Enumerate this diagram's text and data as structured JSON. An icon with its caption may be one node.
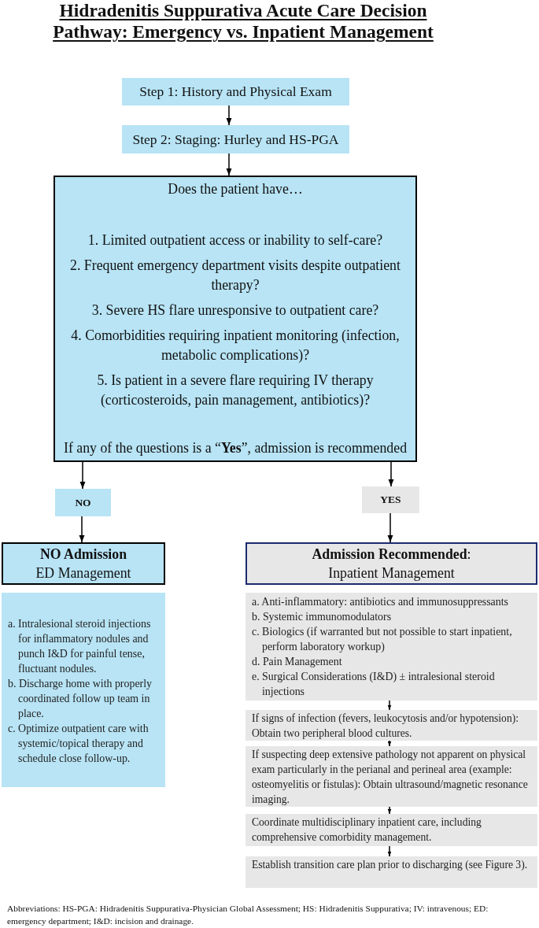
{
  "diagram": {
    "title": "Hidradenitis Suppurativa Acute Care Decision Pathway: Emergency vs. Inpatient Management",
    "nodes": [
      {
        "text": [
          "Step 1: History and Physical Exam"
        ]
      },
      {
        "text": [
          "Step 2: Staging: Hurley and HS-PGA"
        ]
      },
      {
        "text": [
          "Does the patient have…",
          "1. Limited outpatient access or inability to self-care?",
          "2. Frequent emergency department visits despite outpatient therapy?",
          "3. Severe HS flare unresponsive to outpatient care?",
          "4. Comorbidities requiring inpatient monitoring (infection, metabolic complications)?",
          "5. Is patient in a severe flare requiring IV therapy (corticosteroids, pain management, antibiotics)?",
          "If any of the questions is a “**Yes**”, admission is recommended"
        ]
      },
      {
        "text": [
          "NO"
        ]
      },
      {
        "text": [
          "YES"
        ]
      },
      {
        "text": [
          "NO Admission",
          "ED Management"
        ]
      },
      {
        "text": [
          "**Admission Recommended**:",
          "Inpatient Management"
        ]
      },
      {
        "text": [
          "a. Intralesional steroid injections for inflammatory nodules and punch I&D for painful tense, fluctuant nodules.",
          "b. Discharge home with properly coordinated follow up team in place.",
          "c. Optimize outpatient care with systemic/topical therapy and schedule close follow-up."
        ]
      },
      {
        "text": [
          "a. Anti-inflammatory: antibiotics and immunosuppressants",
          "b. Systemic immunomodulators",
          "c. Biologics (if warranted but not possible to start inpatient, perform laboratory workup)",
          "d. Pain Management",
          "e. Surgical Considerations (I&D) ± intralesional steroid injections"
        ]
      },
      {
        "text": [
          "If signs of infection (fevers, leukocytosis and/or hypotension): Obtain two peripheral blood cultures."
        ]
      },
      {
        "text": [
          "If suspecting deep extensive pathology not apparent on physical exam particularly in the perianal and perineal area (example: osteomyelitis or fistulas): Obtain ultrasound/magnetic resonance imaging."
        ]
      },
      {
        "text": [
          "Coordinate multidisciplinary inpatient care, including comprehensive comorbidity management."
        ]
      },
      {
        "text": [
          "Establish transition care plan prior to discharging (see Figure 3)."
        ]
      }
    ],
    "edges": [
      {
        "from": 0,
        "to": 1,
        "arrow": "to"
      },
      {
        "from": 1,
        "to": 2,
        "arrow": "to"
      },
      {
        "from": 2,
        "to": 3,
        "arrow": "to"
      },
      {
        "from": 2,
        "to": 4,
        "arrow": "to"
      },
      {
        "from": 3,
        "to": 5,
        "arrow": "to"
      },
      {
        "from": 4,
        "to": 6,
        "arrow": "to"
      },
      {
        "from": 8,
        "to": 9,
        "arrow": "to"
      },
      {
        "from": 9,
        "to": 10,
        "arrow": "to"
      },
      {
        "from": 10,
        "to": 11,
        "arrow": "to"
      },
      {
        "from": 11,
        "to": 12,
        "arrow": "to"
      }
    ],
    "labels": [
      "Abbreviations: HS-PGA: Hidradenitis Suppurativa-Physician Global Assessment; HS: Hidradenitis Suppurativa; IV: intravenous; ED: emergency department; I&D: incision and drainage."
    ]
  }
}
